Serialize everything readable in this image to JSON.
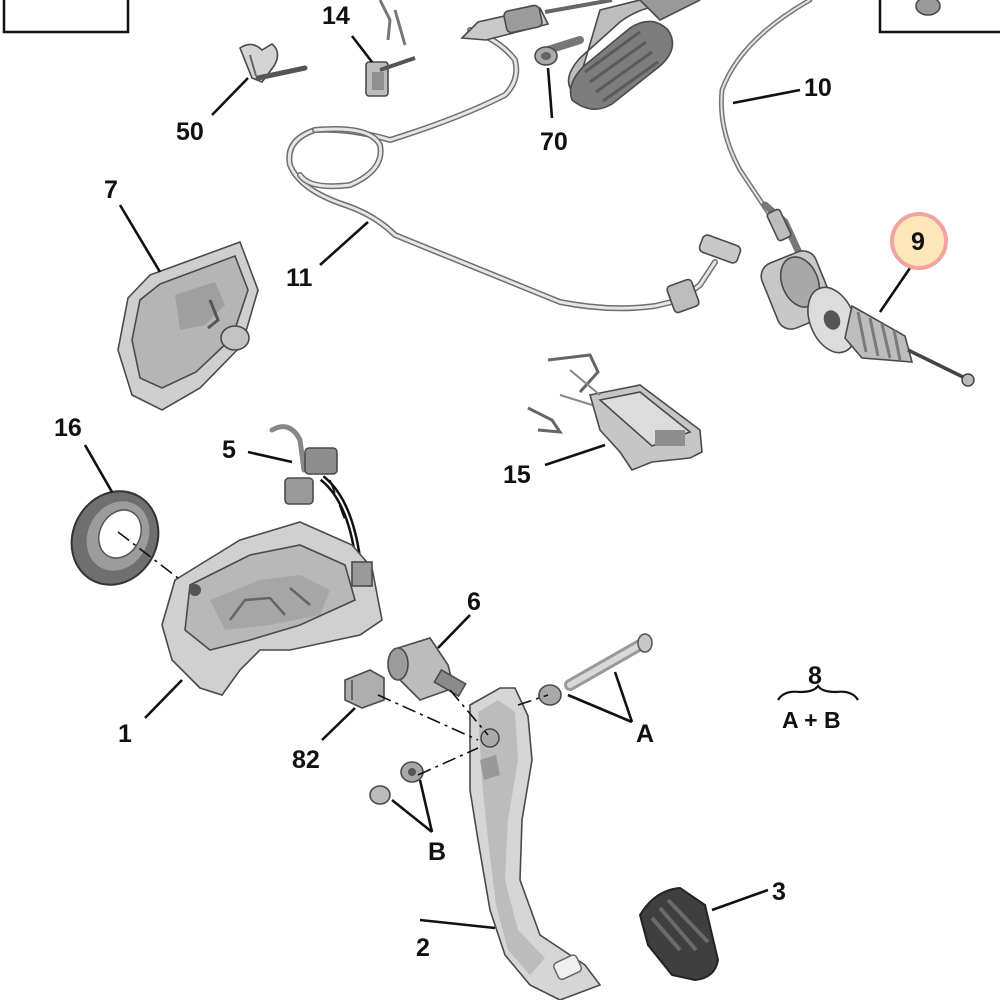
{
  "callouts": {
    "c14": "14",
    "c50": "50",
    "c70": "70",
    "c10": "10",
    "c7": "7",
    "c11": "11",
    "c9": "9",
    "c16": "16",
    "c5": "5",
    "c15": "15",
    "c6": "6",
    "c8": "8",
    "c8_formula": "A + B",
    "c1": "1",
    "c82": "82",
    "cA": "A",
    "cB": "B",
    "c3": "3",
    "c2": "2"
  },
  "colors": {
    "highlight_fill": "#fde7b8",
    "highlight_ring": "#f3a3a3",
    "part_fill": "#cfcfcf",
    "line": "#111111"
  }
}
